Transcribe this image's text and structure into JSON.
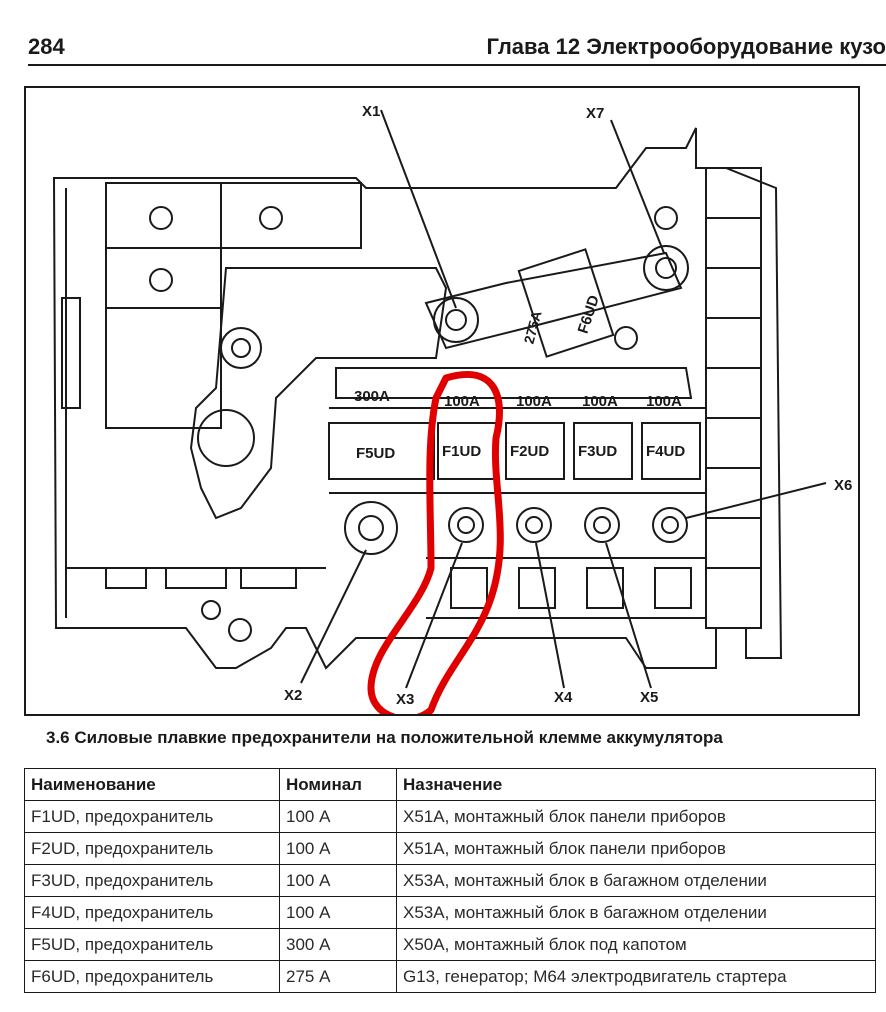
{
  "header": {
    "page_number": "284",
    "chapter_title": "Глава 12  Электрооборудование кузо"
  },
  "figure": {
    "callouts": {
      "x1": "X1",
      "x7": "X7",
      "x6": "X6",
      "x2": "X2",
      "x3": "X3",
      "x4": "X4",
      "x5": "X5"
    },
    "ratings": {
      "r300": "300A",
      "f1": "100A",
      "f2": "100A",
      "f3": "100A",
      "f4": "100A",
      "f6": "275A"
    },
    "fuses": {
      "f5": "F5UD",
      "f1": "F1UD",
      "f2": "F2UD",
      "f3": "F3UD",
      "f4": "F4UD",
      "f6": "F6UD"
    },
    "highlight_color": "#e00000"
  },
  "caption": "3.6 Силовые плавкие предохранители на положительной клемме аккумулятора",
  "table": {
    "headers": [
      "Наименование",
      "Номинал",
      "Назначение"
    ],
    "rows": [
      [
        "F1UD, предохранитель",
        "100 А",
        "X51A, монтажный блок панели приборов"
      ],
      [
        "F2UD, предохранитель",
        "100 А",
        "X51A, монтажный блок панели приборов"
      ],
      [
        "F3UD, предохранитель",
        "100 А",
        "X53A, монтажный блок в багажном отделении"
      ],
      [
        "F4UD, предохранитель",
        "100 А",
        "X53A, монтажный блок в багажном отделении"
      ],
      [
        "F5UD, предохранитель",
        "300 А",
        "X50A, монтажный блок под капотом"
      ],
      [
        "F6UD, предохранитель",
        "275 А",
        "G13, генератор; M64 электродвигатель стартера"
      ]
    ]
  }
}
